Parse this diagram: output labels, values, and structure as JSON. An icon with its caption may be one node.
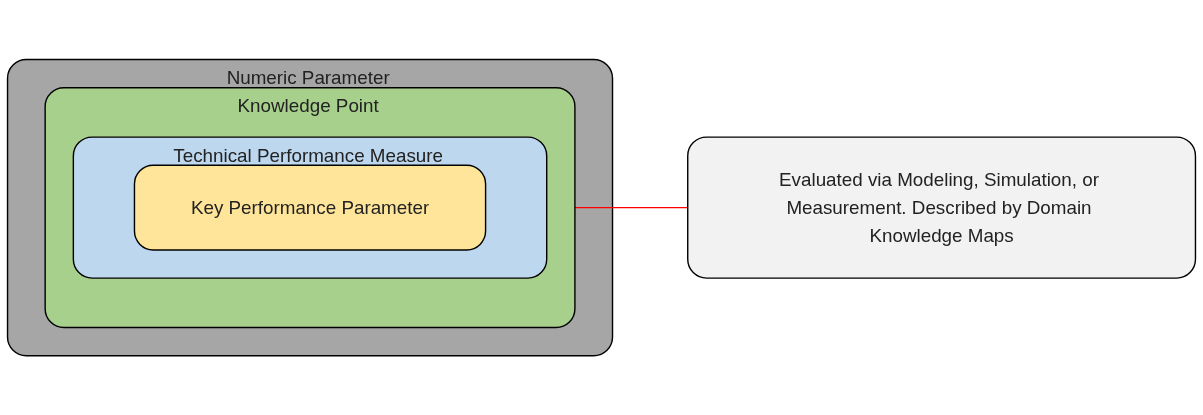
{
  "diagram": {
    "nodes": [
      {
        "text": [
          "Numeric Parameter"
        ]
      },
      {
        "text": [
          "Knowledge Point"
        ],
        "in": 0
      },
      {
        "text": [
          "Technical Performance Measure"
        ],
        "in": 1
      },
      {
        "text": [
          "Key Performance Parameter"
        ],
        "in": 2
      },
      {
        "text": [
          "Evaluated via Modeling, Simulation, or Measurement. Described by Domain Knowledge Maps"
        ]
      }
    ],
    "edges": [
      {
        "from": 4,
        "to": 1,
        "arrow": "none",
        "color": "#ff0000"
      }
    ]
  }
}
